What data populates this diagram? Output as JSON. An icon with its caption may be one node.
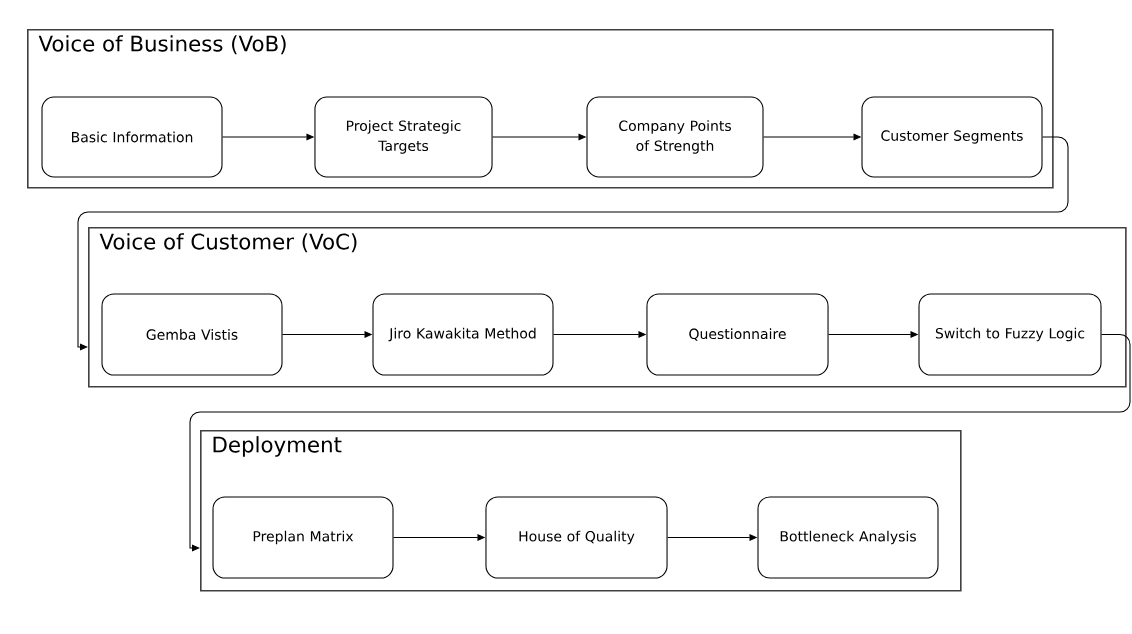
{
  "diagram": {
    "nodes": [
      {
        "text": [
          "Voice of Business (VoB)"
        ]
      },
      {
        "text": [
          "Basic Information"
        ],
        "in": 0
      },
      {
        "text": [
          "Project Strategic Targets"
        ],
        "in": 0
      },
      {
        "text": [
          "Company Points of Strength"
        ],
        "in": 0
      },
      {
        "text": [
          "Customer Segments"
        ],
        "in": 0
      },
      {
        "text": [
          "Voice of Customer (VoC)"
        ]
      },
      {
        "text": [
          "Gemba Vistis"
        ],
        "in": 5
      },
      {
        "text": [
          "Jiro Kawakita Method"
        ],
        "in": 5
      },
      {
        "text": [
          "Questionnaire"
        ],
        "in": 5
      },
      {
        "text": [
          "Switch to Fuzzy Logic"
        ],
        "in": 5
      },
      {
        "text": [
          "Deployment"
        ]
      },
      {
        "text": [
          "Preplan Matrix"
        ],
        "in": 10
      },
      {
        "text": [
          "House of Quality"
        ],
        "in": 10
      },
      {
        "text": [
          "Bottleneck Analysis"
        ],
        "in": 10
      }
    ],
    "edges": [
      {
        "from": 1,
        "to": 2,
        "arrow": "to"
      },
      {
        "from": 2,
        "to": 3,
        "arrow": "to"
      },
      {
        "from": 3,
        "to": 4,
        "arrow": "to"
      },
      {
        "from": 4,
        "to": 5,
        "arrow": "to"
      },
      {
        "from": 6,
        "to": 7,
        "arrow": "to"
      },
      {
        "from": 7,
        "to": 8,
        "arrow": "to"
      },
      {
        "from": 8,
        "to": 9,
        "arrow": "to"
      },
      {
        "from": 9,
        "to": 10,
        "arrow": "to"
      },
      {
        "from": 11,
        "to": 12,
        "arrow": "to"
      },
      {
        "from": 12,
        "to": 13,
        "arrow": "to"
      }
    ]
  }
}
